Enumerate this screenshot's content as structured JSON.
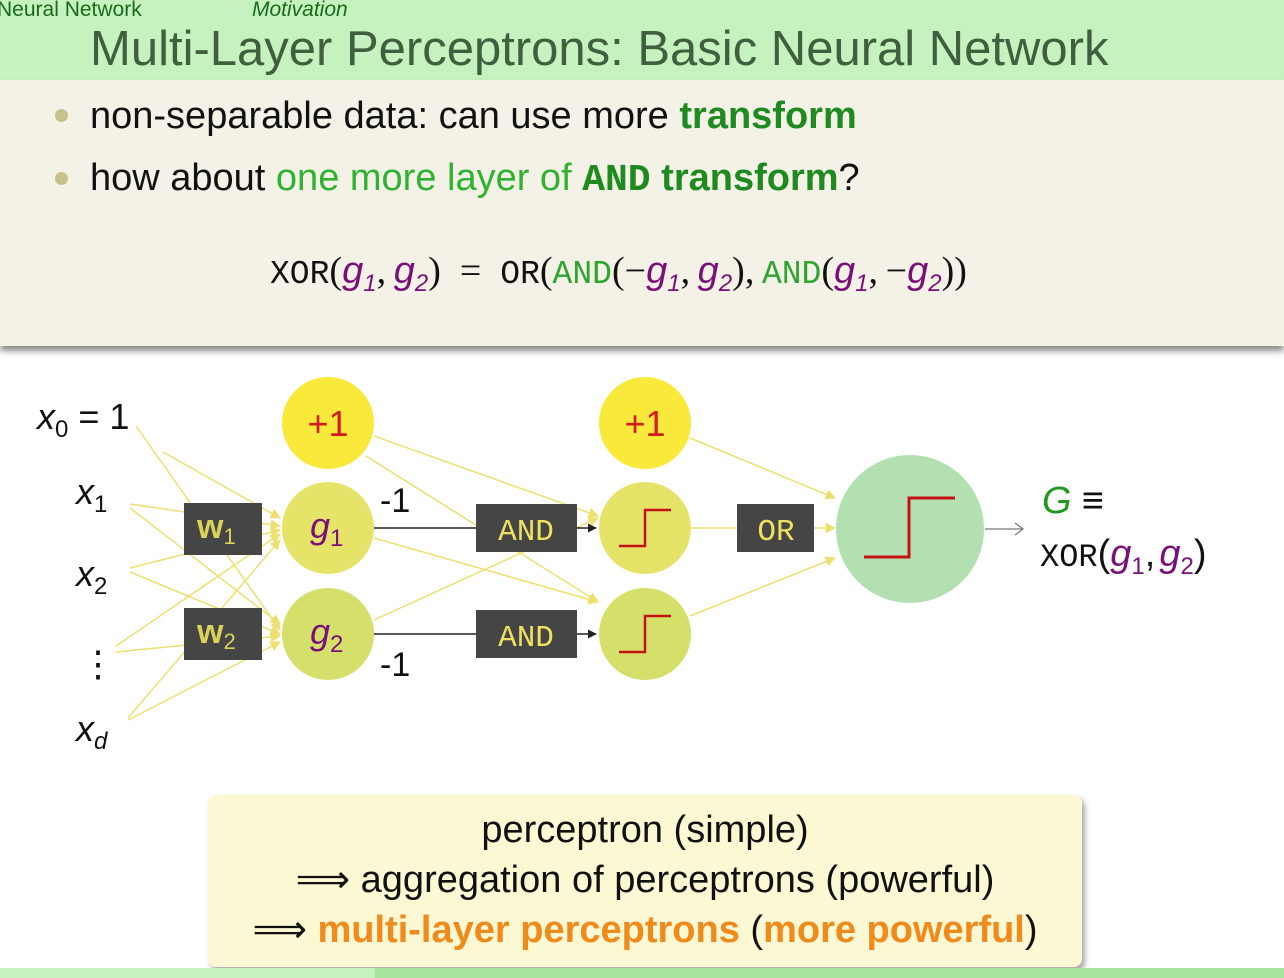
{
  "header": {
    "section": "Neural Network",
    "subsection": "Motivation",
    "title": "Multi-Layer Perceptrons: Basic Neural Network"
  },
  "bullets": [
    {
      "plain": "non-separable data: can use more ",
      "green_bold": "transform"
    },
    {
      "plain": "how about ",
      "green": "one more layer of ",
      "mono_bold": "AND",
      "green_bold": " transform",
      "tail": "?"
    }
  ],
  "equation": {
    "xor": "XOR",
    "or": "OR",
    "and": "AND",
    "g": "g",
    "sub1": "1",
    "sub2": "2",
    "lparen": "(",
    "rparen": ")",
    "comma": ",",
    "eq": "=",
    "minus": "−"
  },
  "diagram": {
    "inputs": {
      "x": "x",
      "sub0": "0",
      "eq_one": " = 1",
      "sub1": "1",
      "sub2": "2",
      "vdots": "⋮",
      "subd": "d"
    },
    "weights": {
      "w": "w",
      "sub1": "1",
      "sub2": "2"
    },
    "bias_label": "+1",
    "hidden": {
      "g": "g",
      "sub1": "1",
      "sub2": "2"
    },
    "neg_weight": "-1",
    "and_label": "AND",
    "or_label": "OR",
    "output": {
      "G": "G",
      "equiv": "≡",
      "xor": "XOR",
      "g": "g",
      "sub1": "1",
      "sub2": "2",
      "lparen": "(",
      "rparen": ")",
      "comma": ","
    }
  },
  "summary": {
    "line1": "perceptron (simple)",
    "arrow": "⟹",
    "line2": " aggregation of perceptrons (powerful)",
    "line3_orange1": "multi-layer perceptrons",
    "line3_paren_open": " (",
    "line3_orange2": "more powerful",
    "line3_paren_close": ")"
  },
  "colors": {
    "header_bg": "#c6f2c0",
    "title": "#3f5f3f",
    "green_bold": "#1f8a1f",
    "green": "#2fb22f",
    "purple": "#7a0f7a",
    "orange": "#f08a1a",
    "bias_node": "#f9e93a",
    "hidden_node": "#e5e468",
    "step_node": "#d4e06a",
    "output_node": "#b3e0b0",
    "box": "#454545",
    "box_text": "#f0e060",
    "step_line": "#c41212"
  }
}
